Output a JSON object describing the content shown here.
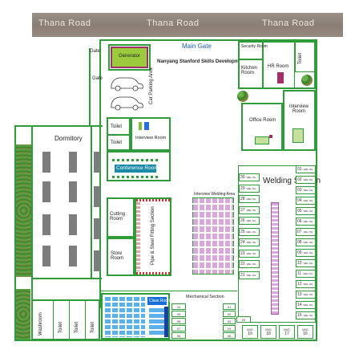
{
  "road": {
    "labels": [
      "Thana Road",
      "Thana Road",
      "Thana Road"
    ]
  },
  "gates": {
    "main": "Main Gate",
    "top": "Gate",
    "side": "Gate"
  },
  "company": "Nanyang Stanford Skills Development Ltd",
  "rooms": {
    "generator": "Generator",
    "car_parking": "Car Parking Area",
    "security": "Security Room",
    "kitchen": "Kitchen Room",
    "hr": "HR Room",
    "toilet_top": "Toilet",
    "office": "Office Room",
    "interview_room_right": "Interview Room",
    "dormitory": "Dormitory",
    "toilet_a": "Toilet",
    "toilet_b": "Toilet",
    "interview_room_mid": "Interview Room",
    "conference": "Conference Room",
    "welding": "Welding Section",
    "interview_welding_area": "Interview Welding Area",
    "cutting": "Cutting Room",
    "pipe_steel": "Pipe & Steel Fitting Section",
    "store": "Store Room",
    "mechanical": "Mechanical Section",
    "class_room": "Class Room",
    "washroom": "Washroom",
    "toilet_c": "Toilet",
    "toilet_d": "Toilet",
    "toilet_e": "Toilet"
  },
  "stall_tag": "WEL NG",
  "welding_left_numbers": [
    "30",
    "29",
    "28",
    "27",
    "26",
    "25",
    "24",
    "23",
    "22",
    "21"
  ],
  "welding_right_numbers": [
    "01",
    "02",
    "03",
    "04",
    "05",
    "06",
    "07",
    "08",
    "09",
    "10",
    "11",
    "12",
    "13",
    "14",
    "15"
  ],
  "welding_bottom_numbers": [
    "19",
    "18",
    "17",
    "16"
  ],
  "welding_bottom_tag": "MIG",
  "mech_numbers_left": [
    "10",
    "09",
    "08",
    "07",
    "06"
  ],
  "mech_numbers_right": [
    "01",
    "02",
    "03",
    "04",
    "05"
  ],
  "mech_20": "20"
}
